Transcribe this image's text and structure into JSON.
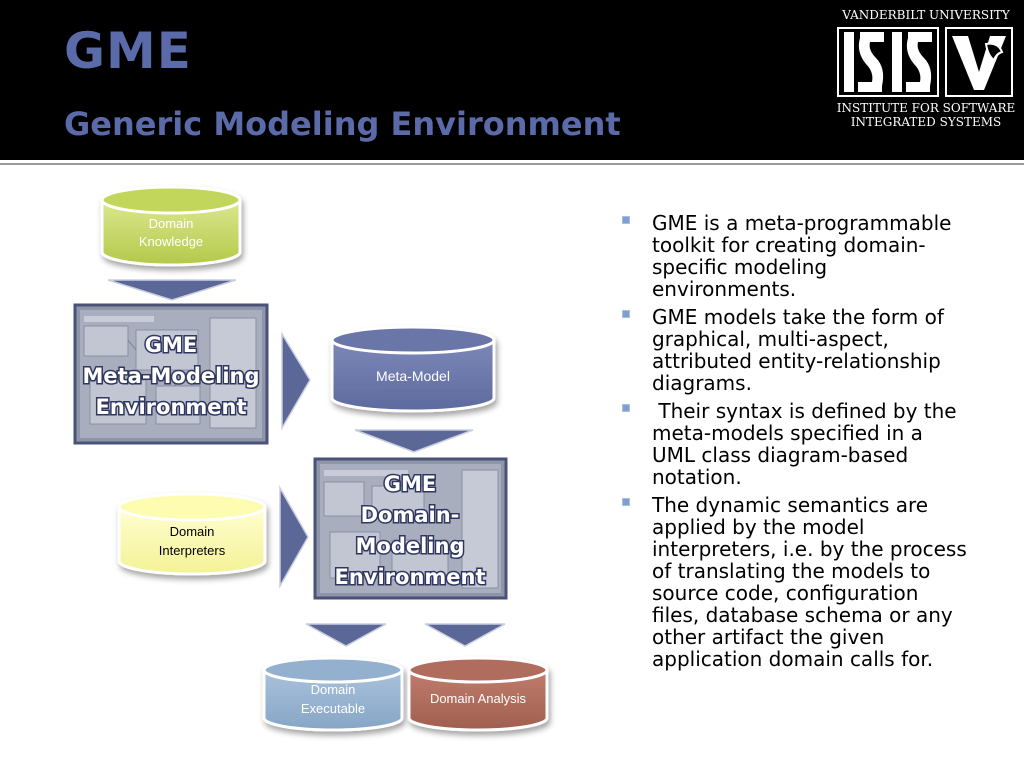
{
  "header": {
    "title": "GME",
    "subtitle": "Generic Modeling Environment",
    "logo_top": "VANDERBILT UNIVERSITY",
    "logo_bottom_1": "INSTITUTE FOR SOFTWARE",
    "logo_bottom_2": "INTEGRATED SYSTEMS"
  },
  "diagram": {
    "domain_knowledge": [
      "Domain",
      "Knowledge"
    ],
    "meta_modeling_env": [
      "GME",
      "Meta-Modeling",
      "Environment"
    ],
    "meta_model": "Meta-Model",
    "domain_modeling_env": [
      "GME",
      "Domain-",
      "Modeling",
      "Environment"
    ],
    "domain_interpreters": [
      "Domain",
      "Interpreters"
    ],
    "domain_executable": [
      "Domain",
      "Executable"
    ],
    "domain_analysis": "Domain Analysis"
  },
  "colors": {
    "title": "#5b6aa8",
    "knowledge_fill": "#c3d65c",
    "meta_model_fill": "#6a76a8",
    "interpreters_fill": "#fdfcb0",
    "executable_fill": "#93b0cf",
    "analysis_fill": "#b06c5c",
    "arrow_fill": "#5b6796"
  },
  "bullets": [
    [
      "GME is a meta-programmable",
      "toolkit for creating domain-",
      "specific modeling",
      "environments."
    ],
    [
      "GME models take the form of",
      "graphical, multi-aspect,",
      "attributed entity-relationship",
      "diagrams."
    ],
    [
      " Their syntax is defined by the",
      "meta-models specified in a",
      "UML class diagram-based",
      "notation."
    ],
    [
      "The dynamic semantics are",
      "applied by the model",
      "interpreters, i.e. by the process",
      "of translating the models to",
      "source code, configuration",
      "files, database schema or any",
      "other artifact the given",
      "application domain calls for."
    ]
  ]
}
